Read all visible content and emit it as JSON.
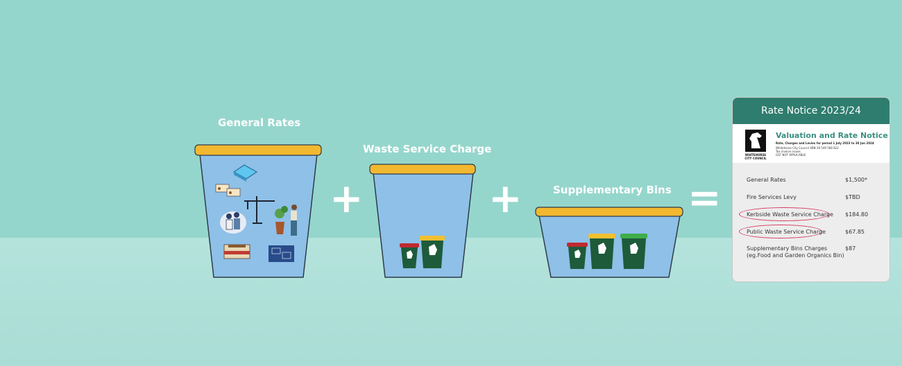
{
  "labels": {
    "general_rates": "General Rates",
    "waste_service_charge": "Waste Service Charge",
    "supplementary_bins": "Supplementary Bins"
  },
  "operators": {
    "plus": "+",
    "equals": "="
  },
  "notice": {
    "header": "Rate Notice 2023/24",
    "council_name": "WHITEHORSE CITY COUNCIL",
    "title": "Valuation and Rate Notice",
    "subtitle": "Rate, Charges and Levies for period 1 July 2023 to 30 Jun 2024",
    "abn": "Whitehorse City Council ABN 39 549 568 822",
    "invoice": "Tax invoice issues",
    "gst": "GST NOT APPLICABLE",
    "rows": [
      {
        "label": "General Rates",
        "value": "$1,500*"
      },
      {
        "label": "Fire Services Levy",
        "value": "$TBD"
      },
      {
        "label": "Kerbside Waste Service Charge",
        "value": "$184.80"
      },
      {
        "label": "Public Waste Service Charge",
        "value": "$67.85"
      },
      {
        "label": "Supplementary Bins Charges",
        "label2": "(eg.Food and Garden Organics Bin)",
        "value": "$87"
      }
    ]
  },
  "colors": {
    "background": "#95d6cc",
    "bucket_fill": "#8ec0e8",
    "bucket_rim": "#f2b830",
    "notice_header": "#2f7d6f",
    "highlight_circle": "#d43960",
    "bin_body": "#1e5b3a"
  },
  "icons": [
    "pool-icon",
    "cards-icon",
    "crane-icon",
    "community-icon",
    "gardener-icon",
    "building-icon",
    "library-icon",
    "bin-icon",
    "horse-logo-icon"
  ]
}
